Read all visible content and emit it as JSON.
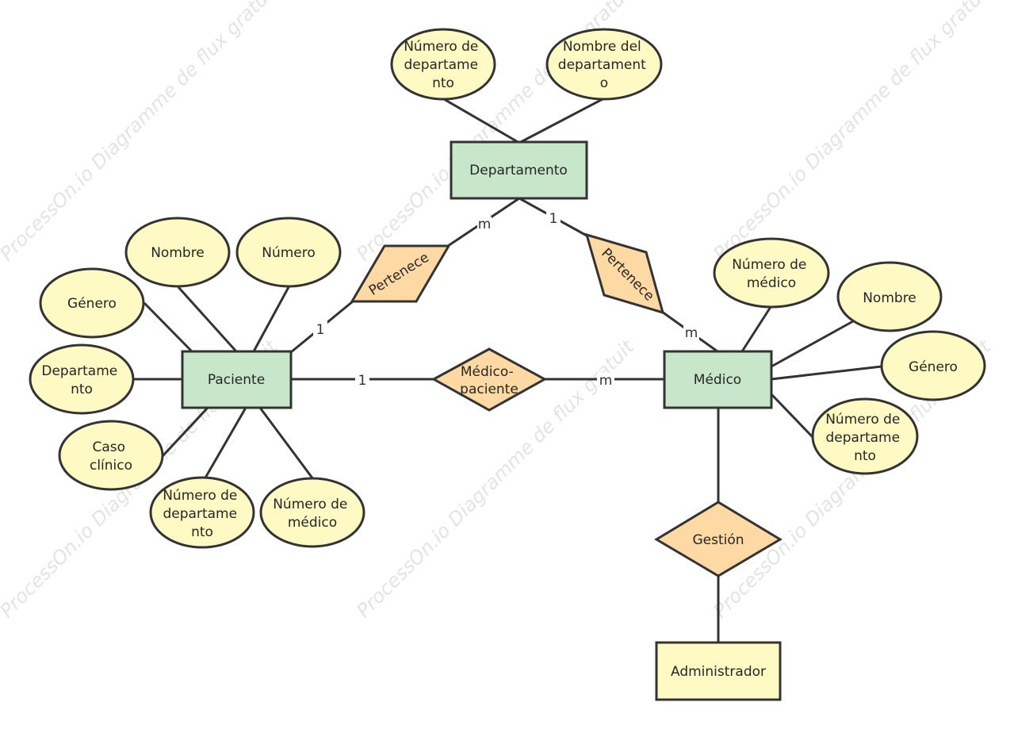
{
  "watermark": "ProcessOn.io Diagramme de flux gratuit",
  "entities": {
    "departamento": "Departamento",
    "paciente": "Paciente",
    "medico": "Médico",
    "administrador": "Administrador"
  },
  "relationships": {
    "pertenece_paciente": "Pertenece",
    "pertenece_medico": "Pertenece",
    "medico_paciente": [
      "Médico-",
      "paciente"
    ],
    "gestion": "Gestión"
  },
  "attributes": {
    "departamento": {
      "numero": [
        "Número de",
        "departame",
        "nto"
      ],
      "nombre": [
        "Nombre del",
        "departament",
        "o"
      ]
    },
    "paciente": {
      "nombre": [
        "Nombre"
      ],
      "numero": [
        "Número"
      ],
      "genero": [
        "Género"
      ],
      "departamento": [
        "Departame",
        "nto"
      ],
      "caso_clinico": [
        "Caso",
        "clínico"
      ],
      "numero_departamento": [
        "Número de",
        "departame",
        "nto"
      ],
      "numero_medico": [
        "Número de",
        "médico"
      ]
    },
    "medico": {
      "numero_medico": [
        "Número de",
        "médico"
      ],
      "nombre": [
        "Nombre"
      ],
      "genero": [
        "Género"
      ],
      "numero_departamento": [
        "Número de",
        "departame",
        "nto"
      ]
    }
  },
  "cardinalities": {
    "dep_pertenece_paciente": "m",
    "paciente_pertenece": "1",
    "dep_pertenece_medico": "1",
    "medico_pertenece": "m",
    "paciente_medico_paciente": "1",
    "medico_medico_paciente": "m"
  }
}
